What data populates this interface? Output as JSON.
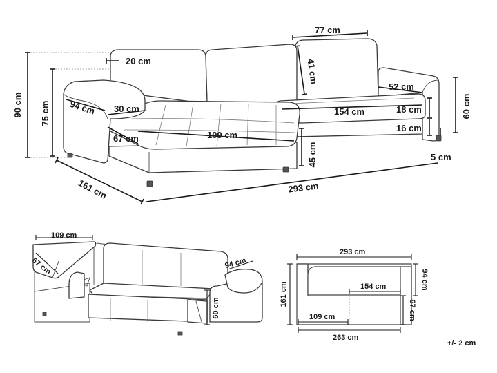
{
  "main_view": {
    "dims": {
      "width_seat_top": "77 cm",
      "back_cushion_height": "41 cm",
      "back_depth_left": "20 cm",
      "total_height": "90 cm",
      "chaise_height": "75 cm",
      "arm_width_left": "94 cm",
      "arm_thickness": "30 cm",
      "seat_depth": "67 cm",
      "chaise_length": "109 cm",
      "seat_height": "45 cm",
      "depth_total": "161 cm",
      "overall_width": "293 cm",
      "arm_depth_right": "52 cm",
      "right_height": "60 cm",
      "sofa_seat_width": "154 cm",
      "seat_cushion_height": "18 cm",
      "base_height": "16 cm",
      "leg_height": "5 cm"
    }
  },
  "bed_view": {
    "dims": {
      "storage_length": "109 cm",
      "storage_width": "67 cm",
      "arm_width": "94 cm",
      "bed_height": "60 cm"
    }
  },
  "plan_view": {
    "dims": {
      "total_width": "293 cm",
      "total_depth": "161 cm",
      "right_depth": "94 cm",
      "inner_width": "154 cm",
      "chaise_width": "109 cm",
      "inner_depth": "67 cm",
      "bottom_width": "263 cm"
    }
  },
  "tolerance": "+/- 2 cm"
}
